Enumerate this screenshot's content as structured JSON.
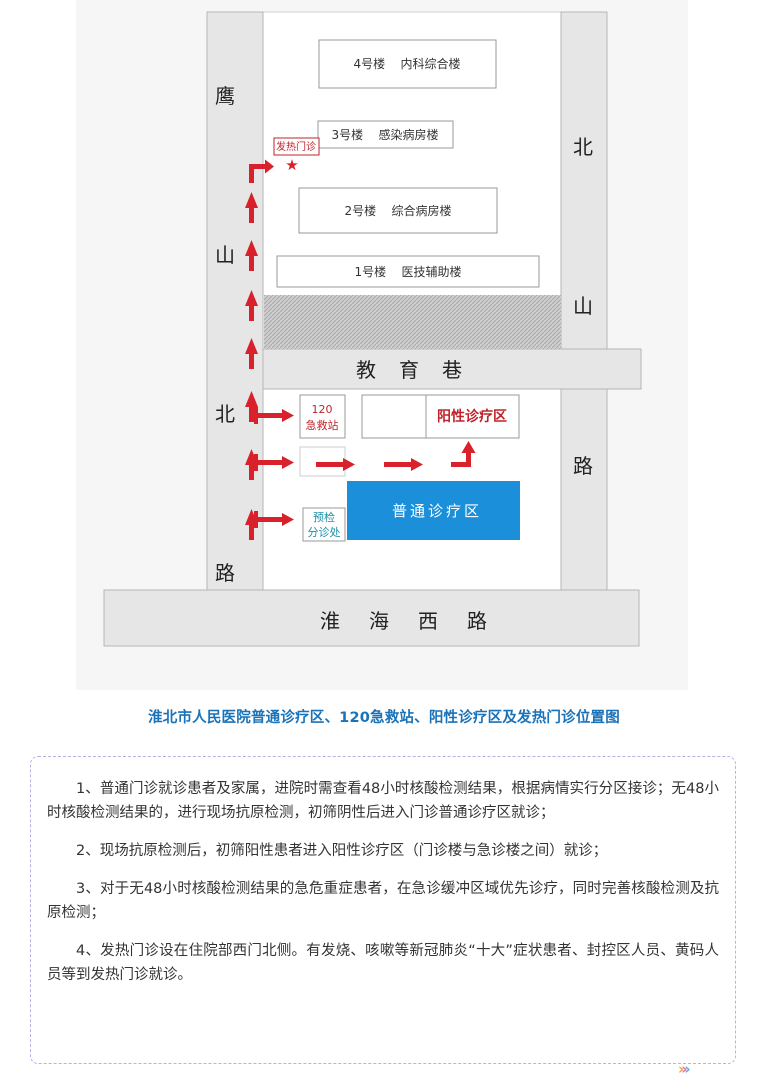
{
  "map": {
    "roads": {
      "west": [
        "鹰",
        "山",
        "北",
        "路"
      ],
      "east": [
        "北",
        "山",
        "路"
      ],
      "middle": [
        "教",
        "育",
        "巷"
      ],
      "south": [
        "淮",
        "海",
        "西",
        "路"
      ]
    },
    "buildings": {
      "b4": "4号楼    内科综合楼",
      "b3": "3号楼    感染病房楼",
      "b2": "2号楼    综合病房楼",
      "b1": "1号楼    医技辅助楼"
    },
    "fever_clinic": "发热门诊",
    "emergency_station": [
      "120",
      "急救站"
    ],
    "positive_zone": "阳性诊疗区",
    "general_zone": "普通诊疗区",
    "triage": [
      "预检",
      "分诊处"
    ],
    "colors": {
      "road": "#e6e6e6",
      "arrow": "#d8212a",
      "general_zone": "#1c8fdb",
      "positive_text": "#c0232b",
      "triage_text": "#1d8fa6"
    }
  },
  "caption": "淮北市人民医院普通诊疗区、120急救站、阳性诊疗区及发热门诊位置图",
  "notes": [
    "1、普通门诊就诊患者及家属，进院时需查看48小时核酸检测结果，根据病情实行分区接诊；无48小时核酸检测结果的，进行现场抗原检测，初筛阴性后进入门诊普通诊疗区就诊；",
    "2、现场抗原检测后，初筛阳性患者进入阳性诊疗区（门诊楼与急诊楼之间）就诊；",
    "3、对于无48小时核酸检测结果的急危重症患者，在急诊缓冲区域优先诊疗，同时完善核酸检测及抗原检测；",
    "4、发热门诊设在住院部西门北侧。有发烧、咳嗽等新冠肺炎“十大”症状患者、封控区人员、黄码人员等到发热门诊就诊。"
  ],
  "more_icon": "more-arrows-icon"
}
